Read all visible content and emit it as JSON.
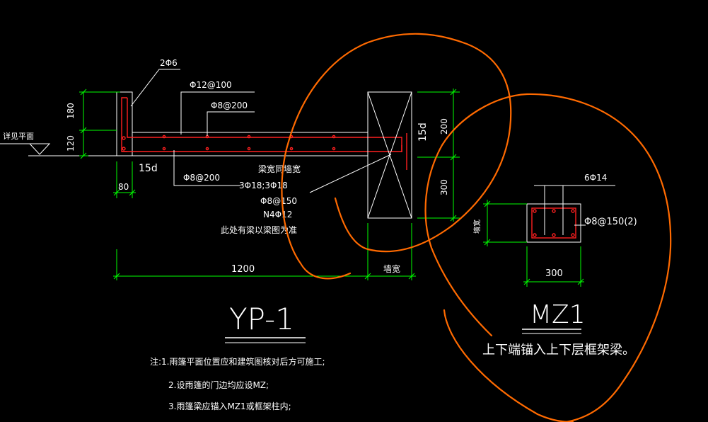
{
  "yp1": {
    "label_2phi6": "2Φ6",
    "label_phi12_100": "Φ12@100",
    "label_phi8_200_top": "Φ8@200",
    "label_phi8_200_bot": "Φ8@200",
    "label_xiangjian": "详见平面",
    "dim_180": "180",
    "dim_120": "120",
    "dim_15d_left": "15d",
    "dim_80": "80",
    "dim_1200": "1200",
    "dim_200": "200",
    "dim_300": "300",
    "dim_15d_right": "15d",
    "dim_qiangkuan": "墙宽",
    "beam_note": [
      "梁宽同墙宽",
      "3Φ18;3Φ18",
      "Φ8@150",
      "N4Φ12",
      "此处有梁以梁图为准"
    ],
    "title": "YP-1"
  },
  "mz1": {
    "label_6phi14": "6Φ14",
    "label_stirrup": "Φ8@150(2)",
    "label_qiangkuan": "墙宽",
    "dim_300": "300",
    "title": "MZ1",
    "handwritten_note": "上下端锚入上下层框架梁。"
  },
  "notes": [
    "注:1.雨篷平面位置应和建筑图核对后方可施工;",
    "2.设雨篷的门边均应设MZ;",
    "3.雨篷梁应锚入MZ1或框架柱内;"
  ],
  "colors": {
    "background": "#000000",
    "dimension": "#00ff00",
    "rebar": "#ff2020",
    "annotation": "#ff6a00",
    "outline": "#ffffff"
  }
}
